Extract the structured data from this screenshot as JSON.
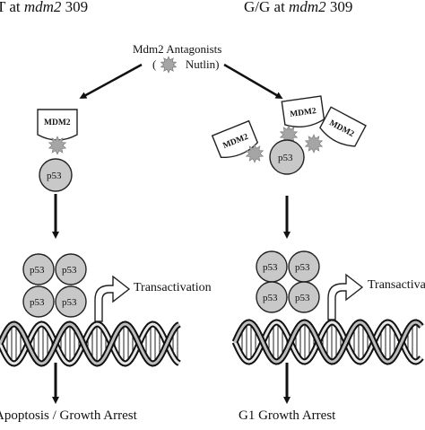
{
  "headers": {
    "left_prefix": "T at ",
    "left_gene": "mdm2",
    "left_suffix": " 309",
    "right_prefix": "G/G at ",
    "right_gene": "mdm2",
    "right_suffix": " 309"
  },
  "antagonists": {
    "title": "Mdm2 Antagonists",
    "paren_open": "(",
    "drug": "Nutlin)"
  },
  "molecules": {
    "mdm2": "MDM2",
    "p53": "p53"
  },
  "labels": {
    "transactivation_left": "Transactivation",
    "transactivation_right": "Transactiva",
    "outcome_left": "Apoptosis / Growth Arrest",
    "outcome_right": "G1 Growth Arrest"
  },
  "colors": {
    "protein_fill": "#c8c8c8",
    "star_fill": "#a5a5a5",
    "outline": "#222222",
    "mdm2_fill": "#ffffff"
  }
}
